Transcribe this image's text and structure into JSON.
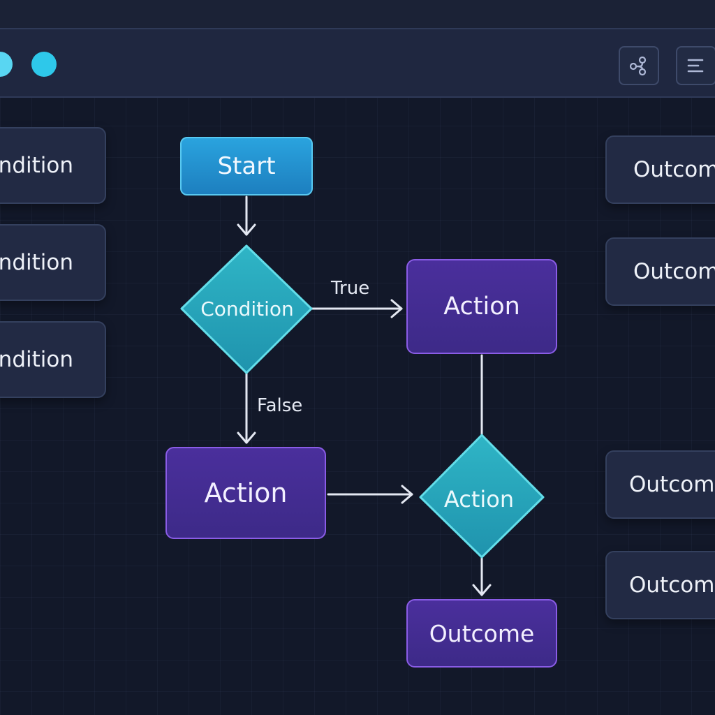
{
  "diagram": {
    "nodes": {
      "start": "Start",
      "condition": "Condition",
      "action_true": "Action",
      "action_false": "Action",
      "decision": "Action",
      "outcome": "Outcome"
    },
    "edges": {
      "true_label": "True",
      "false_label": "False"
    }
  },
  "left_panel": {
    "items": [
      "ondition",
      "ondition",
      "ondition"
    ]
  },
  "right_panel": {
    "items": [
      "Outcom",
      "Outcom",
      "Outcom",
      "Outcom"
    ]
  },
  "toolbar": {
    "buttons": [
      "share-icon",
      "menu-icon"
    ]
  },
  "colors": {
    "background": "#121829",
    "start": "#2aa3de",
    "decision": "#27a9bd",
    "action": "#4a2f9c",
    "action_border": "#8a5ce6",
    "window_dot": "#2ec8ea"
  }
}
